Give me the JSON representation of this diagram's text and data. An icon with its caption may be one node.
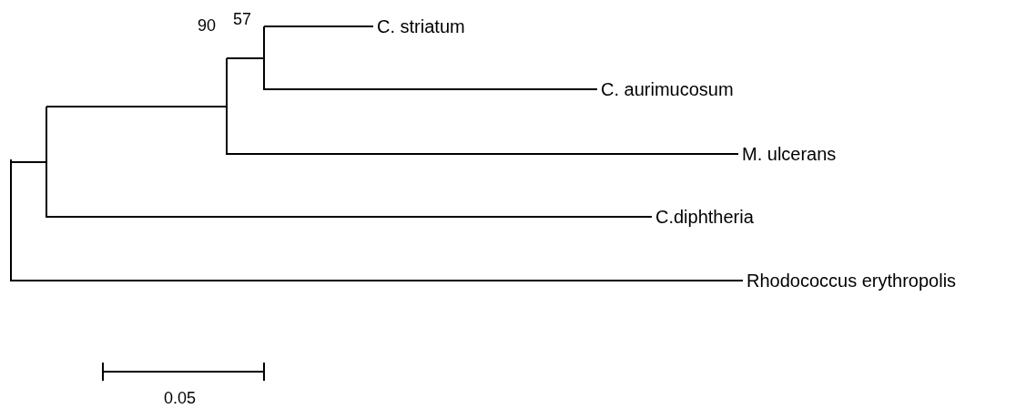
{
  "diagram": {
    "nodes": [
      {
        "text": [],
        "shape": "bar"
      },
      {
        "text": [],
        "shape": "bar"
      },
      {
        "text": [],
        "shape": "bar",
        "beside": [
          "90"
        ]
      },
      {
        "text": [],
        "shape": "bar",
        "beside": [
          "57"
        ]
      },
      {
        "text": [
          "C. striatum"
        ]
      },
      {
        "text": [
          "C. aurimucosum"
        ]
      },
      {
        "text": [
          "M. ulcerans"
        ]
      },
      {
        "text": [
          "C.diphtheria"
        ]
      },
      {
        "text": [
          "Rhodococcus erythropolis"
        ]
      }
    ],
    "edges": [
      {
        "from": 0,
        "to": 1,
        "arrow": "none"
      },
      {
        "from": 0,
        "to": 8,
        "arrow": "none"
      },
      {
        "from": 1,
        "to": 2,
        "arrow": "none"
      },
      {
        "from": 1,
        "to": 7,
        "arrow": "none"
      },
      {
        "from": 2,
        "to": 3,
        "arrow": "none"
      },
      {
        "from": 2,
        "to": 6,
        "arrow": "none"
      },
      {
        "from": 3,
        "to": 4,
        "arrow": "none"
      },
      {
        "from": 3,
        "to": 5,
        "arrow": "none"
      }
    ],
    "labels": [
      "0.05"
    ]
  }
}
